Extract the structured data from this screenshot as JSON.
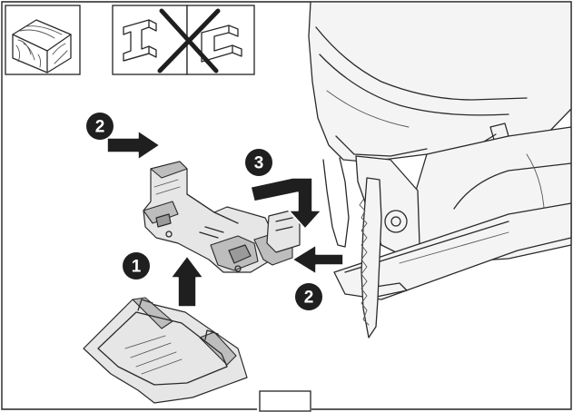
{
  "steps": {
    "step_1": "1",
    "step_2_left": "2",
    "step_2_right": "2",
    "step_3": "3"
  },
  "icons": {
    "wood": "wood-material-icon",
    "profile": "profile-material-icon",
    "forbidden": "cross-out-icon"
  },
  "colors": {
    "ink": "#1f1f1f",
    "part_fill": "#e6e6e6",
    "tool_fill": "#f4f4f4"
  }
}
